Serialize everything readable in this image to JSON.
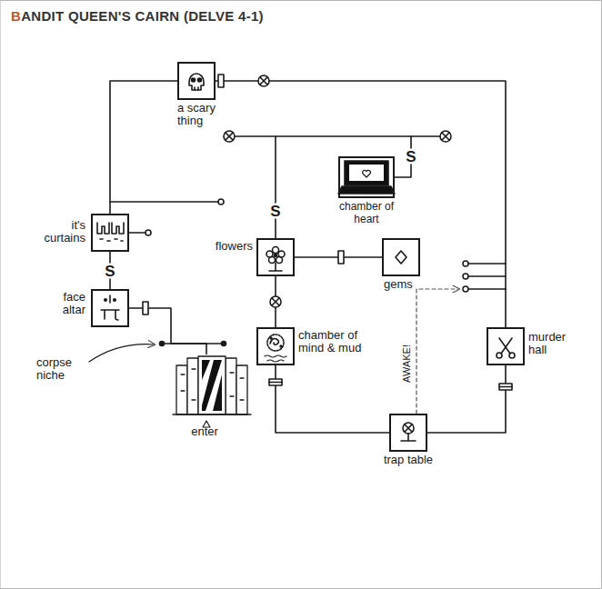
{
  "diagram": {
    "title": "BANDIT QUEEN'S CAIRN (DELVE 4-1)",
    "nodes": [
      {
        "text": [
          "a scary thing"
        ]
      },
      {
        "text": [
          "chamber of heart"
        ]
      },
      {
        "text": [
          "it's curtains"
        ]
      },
      {
        "text": [
          "flowers"
        ]
      },
      {
        "text": [
          "gems"
        ]
      },
      {
        "text": [
          "face altar"
        ]
      },
      {
        "text": [
          "chamber of mind & mud"
        ]
      },
      {
        "text": [
          "murder hall"
        ]
      },
      {
        "text": [
          "enter"
        ]
      },
      {
        "text": [
          "trap table"
        ]
      }
    ],
    "edges": [
      {
        "from": 0,
        "to": 2,
        "arrow": "none"
      },
      {
        "from": 0,
        "to": 7,
        "arrow": "none"
      },
      {
        "from": 3,
        "to": 1,
        "arrow": "none"
      },
      {
        "from": 2,
        "to": 5,
        "arrow": "none"
      },
      {
        "from": 3,
        "to": 4,
        "arrow": "none"
      },
      {
        "from": 3,
        "to": 6,
        "arrow": "none"
      },
      {
        "from": 5,
        "to": 8,
        "arrow": "none"
      },
      {
        "from": 6,
        "to": 9,
        "arrow": "none"
      },
      {
        "from": 9,
        "to": 7,
        "arrow": "none"
      }
    ],
    "labels": [
      "S",
      "S",
      "S",
      "AWAKE!",
      "corpse niche"
    ]
  }
}
